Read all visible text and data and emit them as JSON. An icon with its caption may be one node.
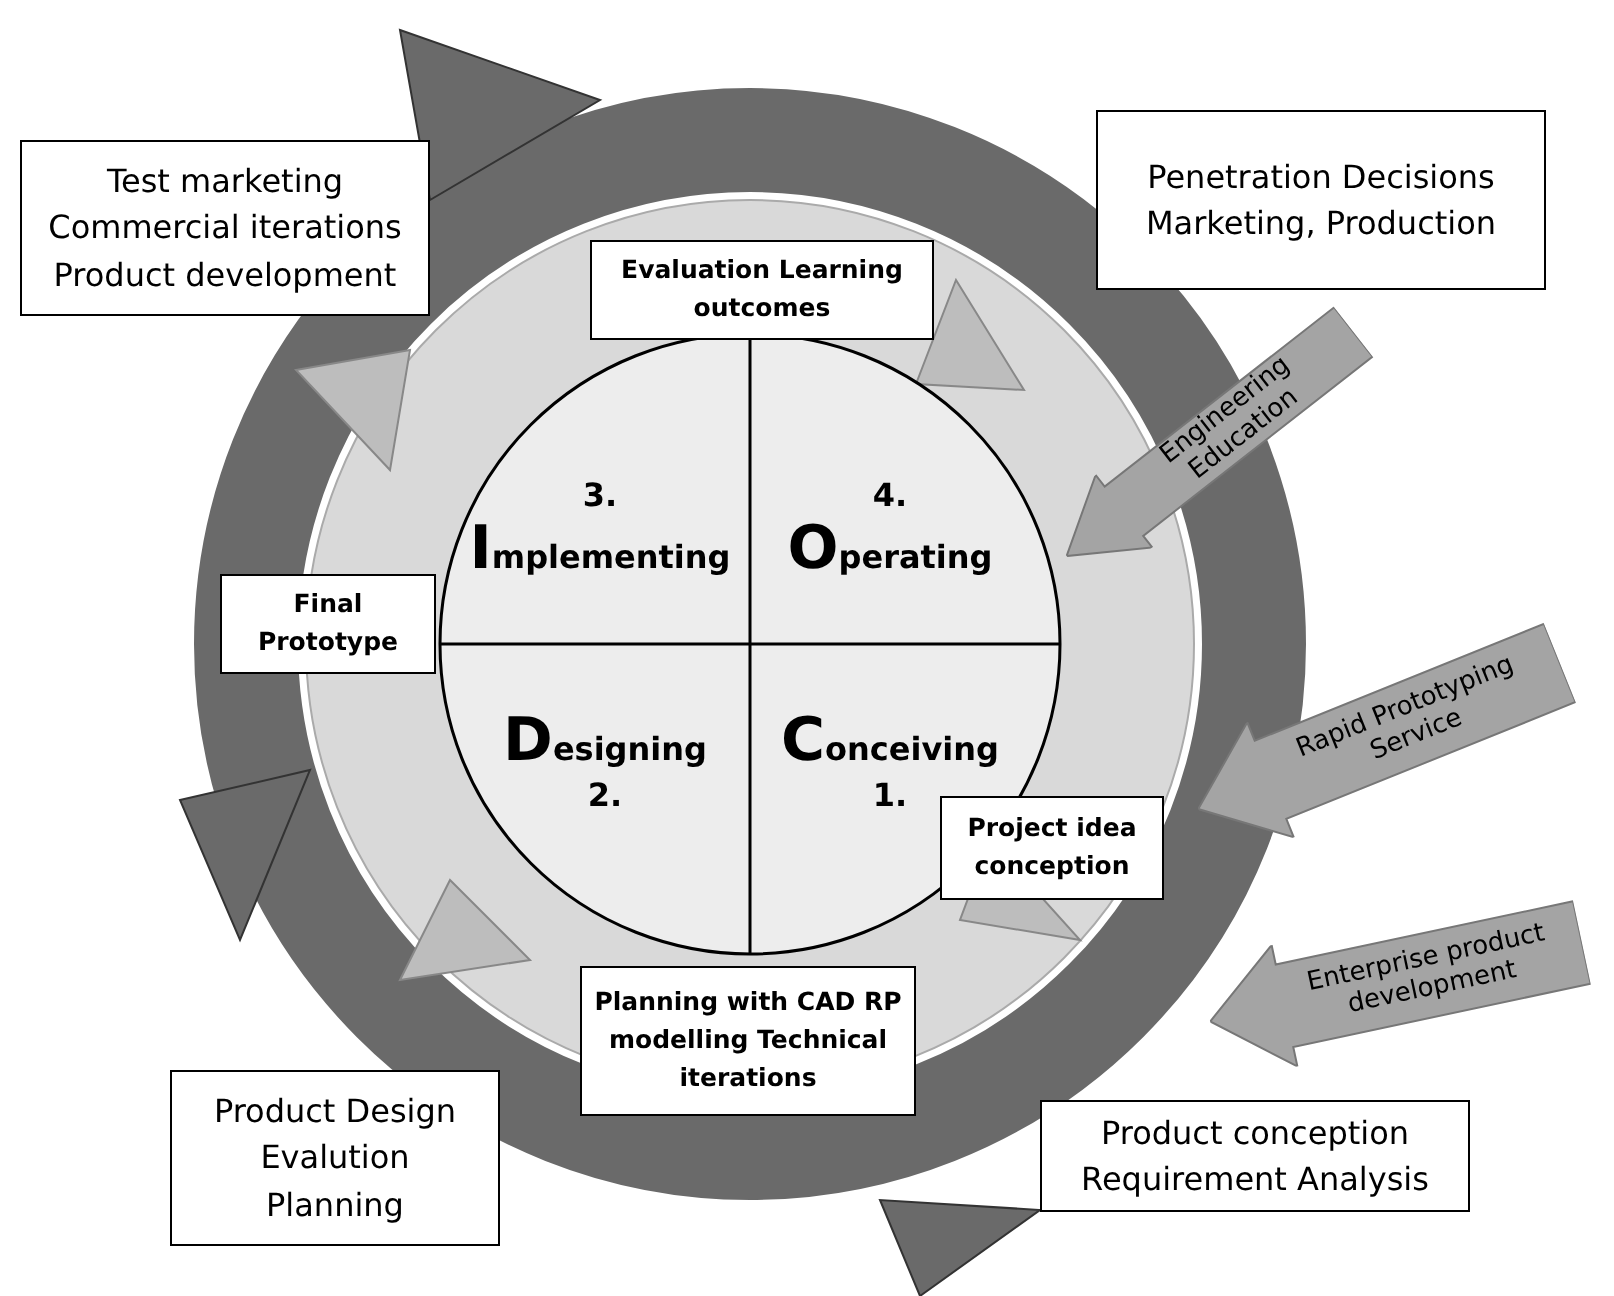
{
  "diagram": {
    "nodes": [
      {
        "text": [
          "Test marketing Commercial iterations Product development"
        ]
      },
      {
        "text": [
          "Penetration Decisions Marketing, Production"
        ]
      },
      {
        "text": [
          "Evaluation Learning outcomes"
        ]
      },
      {
        "text": [
          "3.",
          "Implementing"
        ]
      },
      {
        "text": [
          "4.",
          "Operating"
        ]
      },
      {
        "text": [
          "Final Prototype"
        ]
      },
      {
        "text": [
          "Designing",
          "2."
        ]
      },
      {
        "text": [
          "Conceiving",
          "1."
        ]
      },
      {
        "text": [
          "Project idea conception"
        ]
      },
      {
        "text": [
          "Engineering Education"
        ]
      },
      {
        "text": [
          "Rapid Prototyping Service"
        ]
      },
      {
        "text": [
          "Enterprise product development"
        ]
      },
      {
        "text": [
          "Planning with CAD RP modelling Technical iterations"
        ]
      },
      {
        "text": [
          "Product conception Requirement Analysis"
        ]
      },
      {
        "text": [
          "Product Design Evalution Planning"
        ]
      }
    ]
  }
}
